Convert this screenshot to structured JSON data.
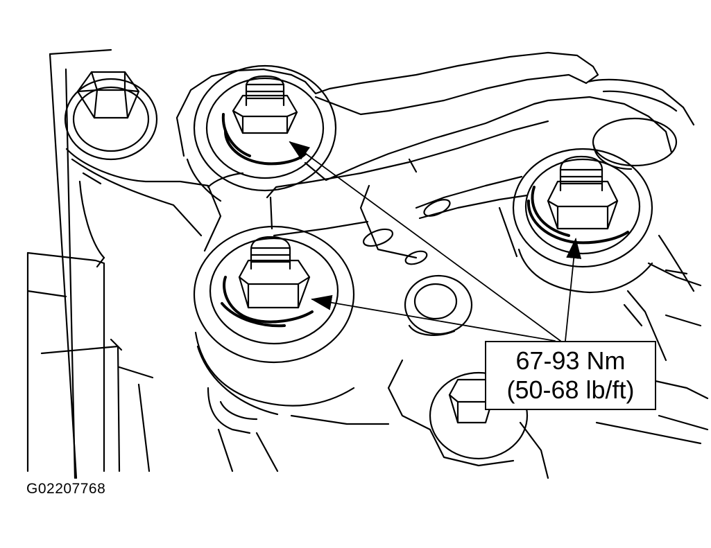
{
  "callout": {
    "torque_nm": "67-93 Nm",
    "torque_lbft": "(50-68 lb/ft)"
  },
  "figure_id": "G02207768",
  "colors": {
    "line": "#000000",
    "background": "#ffffff"
  }
}
